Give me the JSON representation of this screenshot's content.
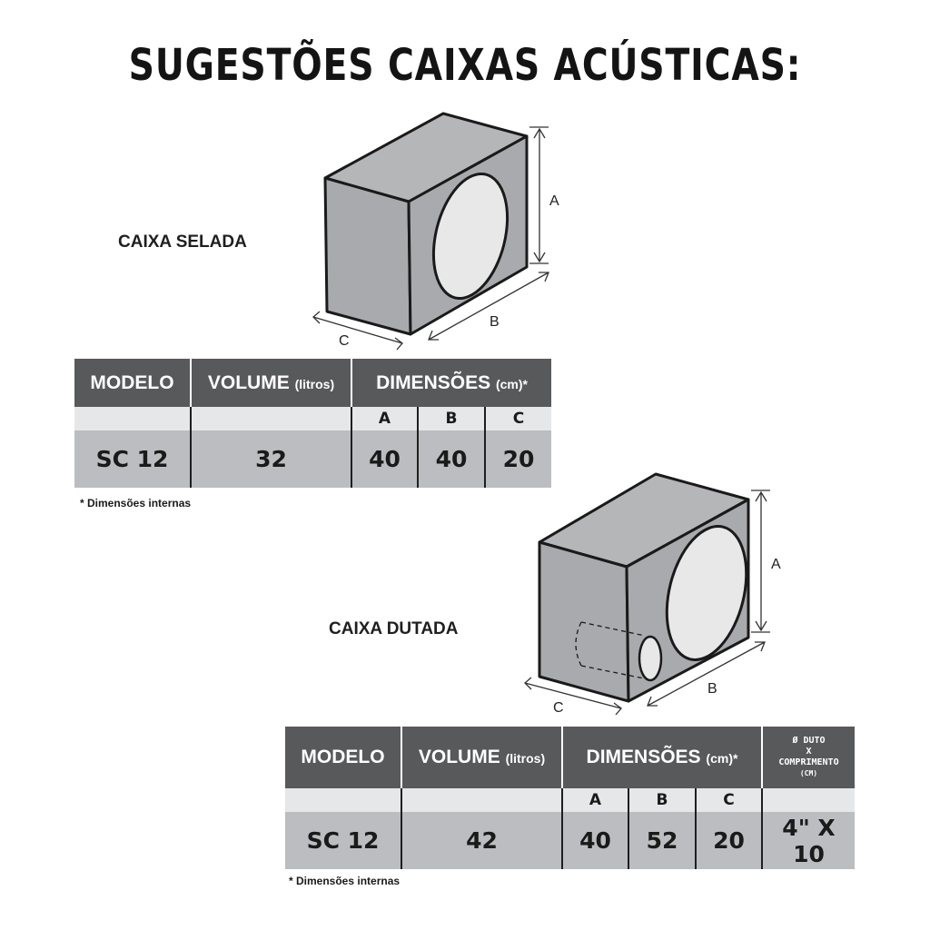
{
  "title": "SUGESTÕES CAIXAS ACÚSTICAS:",
  "sealed": {
    "label": "CAIXA SELADA",
    "diagram_labels": {
      "a": "A",
      "b": "B",
      "c": "C"
    },
    "table": {
      "headers": {
        "modelo": "MODELO",
        "volume": "VOLUME",
        "volume_unit": "(litros)",
        "dimensoes": "DIMENSÕES",
        "dimensoes_unit": "(cm)*"
      },
      "sub": {
        "a": "A",
        "b": "B",
        "c": "C"
      },
      "row": {
        "modelo": "SC 12",
        "volume": "32",
        "a": "40",
        "b": "40",
        "c": "20"
      }
    },
    "note": "* Dimensões internas"
  },
  "ported": {
    "label": "CAIXA DUTADA",
    "diagram_labels": {
      "a": "A",
      "b": "B",
      "c": "C"
    },
    "table": {
      "headers": {
        "modelo": "MODELO",
        "volume": "VOLUME",
        "volume_unit": "(litros)",
        "dimensoes": "DIMENSÕES",
        "dimensoes_unit": "(cm)*",
        "duto_line1": "Ø DUTO",
        "duto_line2": "X",
        "duto_line3": "COMPRIMENTO",
        "duto_line4": "(CM)"
      },
      "sub": {
        "a": "A",
        "b": "B",
        "c": "C"
      },
      "row": {
        "modelo": "SC 12",
        "volume": "42",
        "a": "40",
        "b": "52",
        "c": "20",
        "duto": "4\" X 10"
      }
    },
    "note": "* Dimensões internas"
  }
}
